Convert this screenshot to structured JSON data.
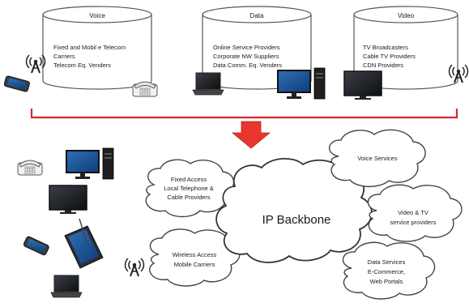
{
  "cylinders": [
    {
      "title": "Voice",
      "lines": [
        "Fixed and Mobil e Telecom",
        "Carriers",
        "Telecom Eq. Venders"
      ]
    },
    {
      "title": "Data",
      "lines": [
        "Online Service Providers",
        "Corporate NW Suppliers",
        "Data Comm. Eq. Venders"
      ]
    },
    {
      "title": "Video",
      "lines": [
        "TV Broadcasters",
        "Cable TV Providers",
        "CDN Providers"
      ]
    }
  ],
  "backbone": {
    "label": "IP Backbone"
  },
  "clouds": {
    "fixed_access": [
      "Fixed Access",
      "Local Telephone &",
      "Cable Providers"
    ],
    "wireless_access": [
      "Wireless Access",
      "Mobile Carriers"
    ],
    "voice_services": [
      "Voice Services"
    ],
    "video_services": [
      "Video & TV",
      "service  providers"
    ],
    "data_services": [
      "Data Services",
      "E-Commerce,",
      "Web Portals"
    ]
  },
  "icons": [
    "smartphone-icon",
    "desk-phone-icon",
    "laptop-icon",
    "desktop-computer-icon",
    "television-icon",
    "tablet-icon",
    "antenna-icon"
  ],
  "colors": {
    "merge_bracket": "#d9262c",
    "arrow": "#e8362d",
    "outline": "#555555"
  }
}
